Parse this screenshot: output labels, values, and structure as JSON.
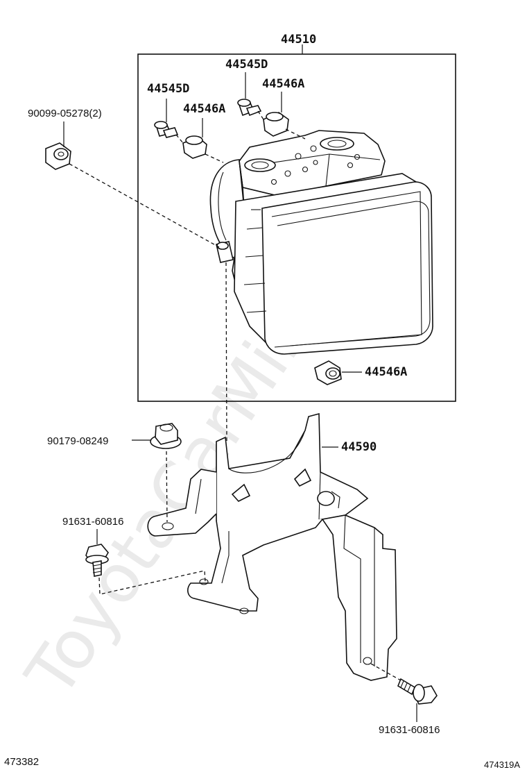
{
  "watermark": "ToyotaCarMine.ru",
  "parts": {
    "abs_actuator": "44510",
    "solenoid_relay_d_top": "44545D",
    "solenoid_relay_d_left": "44545D",
    "cushion_a_top": "44546A",
    "cushion_a_left": "44546A",
    "cushion_a_bottom": "44546A",
    "bolt_90099": "90099-05278(2)",
    "nut_90179": "90179-08249",
    "bracket": "44590",
    "bolt_91631_left": "91631-60816",
    "bolt_91631_bottom": "91631-60816"
  },
  "footer": {
    "illustration_code": "473382",
    "ref_code": "474319A"
  }
}
